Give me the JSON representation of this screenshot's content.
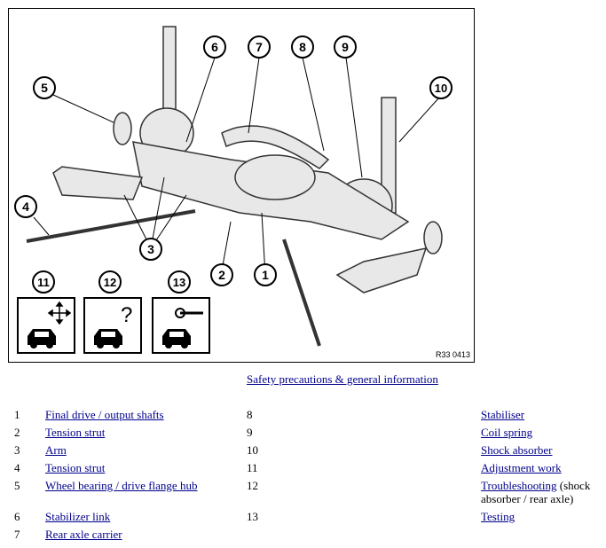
{
  "figure": {
    "code": "R33 0413"
  },
  "callouts": [
    "1",
    "2",
    "3",
    "4",
    "5",
    "6",
    "7",
    "8",
    "9",
    "10",
    "11",
    "12",
    "13"
  ],
  "safety_link": "Safety precautions & general information",
  "legend": {
    "left": [
      {
        "num": "1",
        "label": "Final drive / output shafts"
      },
      {
        "num": "2",
        "label": "Tension strut"
      },
      {
        "num": "3",
        "label": "Arm"
      },
      {
        "num": "4",
        "label": "Tension strut"
      },
      {
        "num": "5",
        "label": "Wheel bearing / drive flange hub"
      },
      {
        "num": "6",
        "label": "Stabilizer link"
      },
      {
        "num": "7",
        "label": "Rear axle carrier"
      }
    ],
    "right": [
      {
        "num": "8",
        "label": "Stabiliser",
        "note": ""
      },
      {
        "num": "9",
        "label": "Coil spring",
        "note": ""
      },
      {
        "num": "10",
        "label": "Shock absorber",
        "note": ""
      },
      {
        "num": "11",
        "label": "Adjustment work",
        "note": ""
      },
      {
        "num": "12",
        "label": "Troubleshooting",
        "note": " (shock absorber / rear axle)"
      },
      {
        "num": "13",
        "label": "Testing",
        "note": ""
      }
    ]
  }
}
